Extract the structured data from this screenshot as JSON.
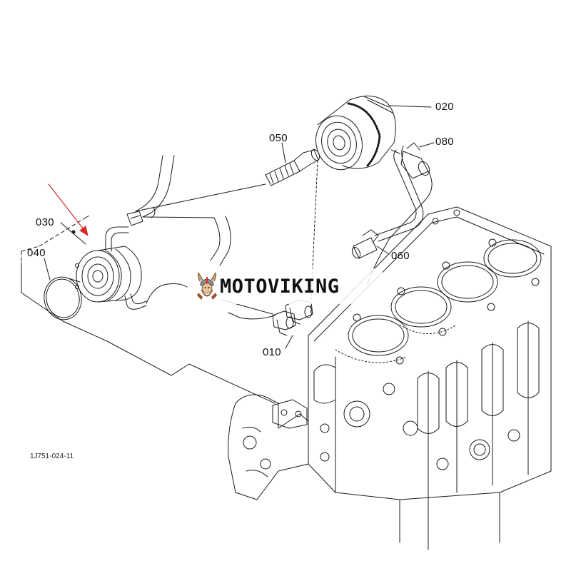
{
  "diagram": {
    "labels": {
      "p010": "010",
      "p020": "020",
      "p030": "030",
      "p040": "040",
      "p050": "050",
      "p060": "060",
      "p080": "080"
    },
    "drawing_code": "1J751-024-11",
    "watermark": "MOTOVIKING"
  },
  "colors": {
    "line": "#1a1a1a",
    "pointer_arrow": "#d62a2a",
    "watermark_text": "#111111"
  }
}
